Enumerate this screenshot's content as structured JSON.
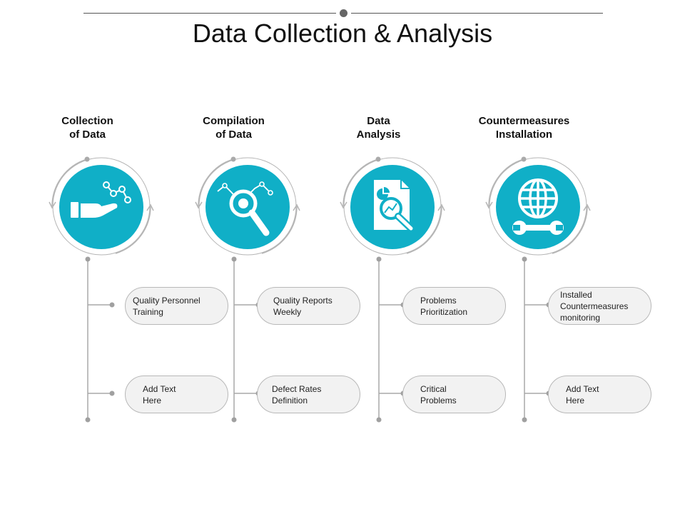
{
  "title": "Data Collection & Analysis",
  "colors": {
    "accent": "#10afc7",
    "ring": "#b5b5b5",
    "connector": "#a8a8a8",
    "pill_fill": "#f2f2f2"
  },
  "steps": [
    {
      "heading": "Collection\nof Data",
      "icon": "hand-chart-icon",
      "items": [
        "Quality Personnel\nTraining",
        "Add Text\nHere"
      ]
    },
    {
      "heading": "Compilation\nof Data",
      "icon": "magnifier-chart-icon",
      "items": [
        "Quality Reports\nWeekly",
        "Defect Rates\nDefinition"
      ]
    },
    {
      "heading": "Data\nAnalysis",
      "icon": "document-search-icon",
      "items": [
        "Problems\nPrioritization",
        "Critical\nProblems"
      ]
    },
    {
      "heading": "Countermeasures\nInstallation",
      "icon": "globe-wrench-icon",
      "items": [
        "Installed\nCountermeasures\nmonitoring",
        "Add Text\nHere"
      ]
    }
  ]
}
